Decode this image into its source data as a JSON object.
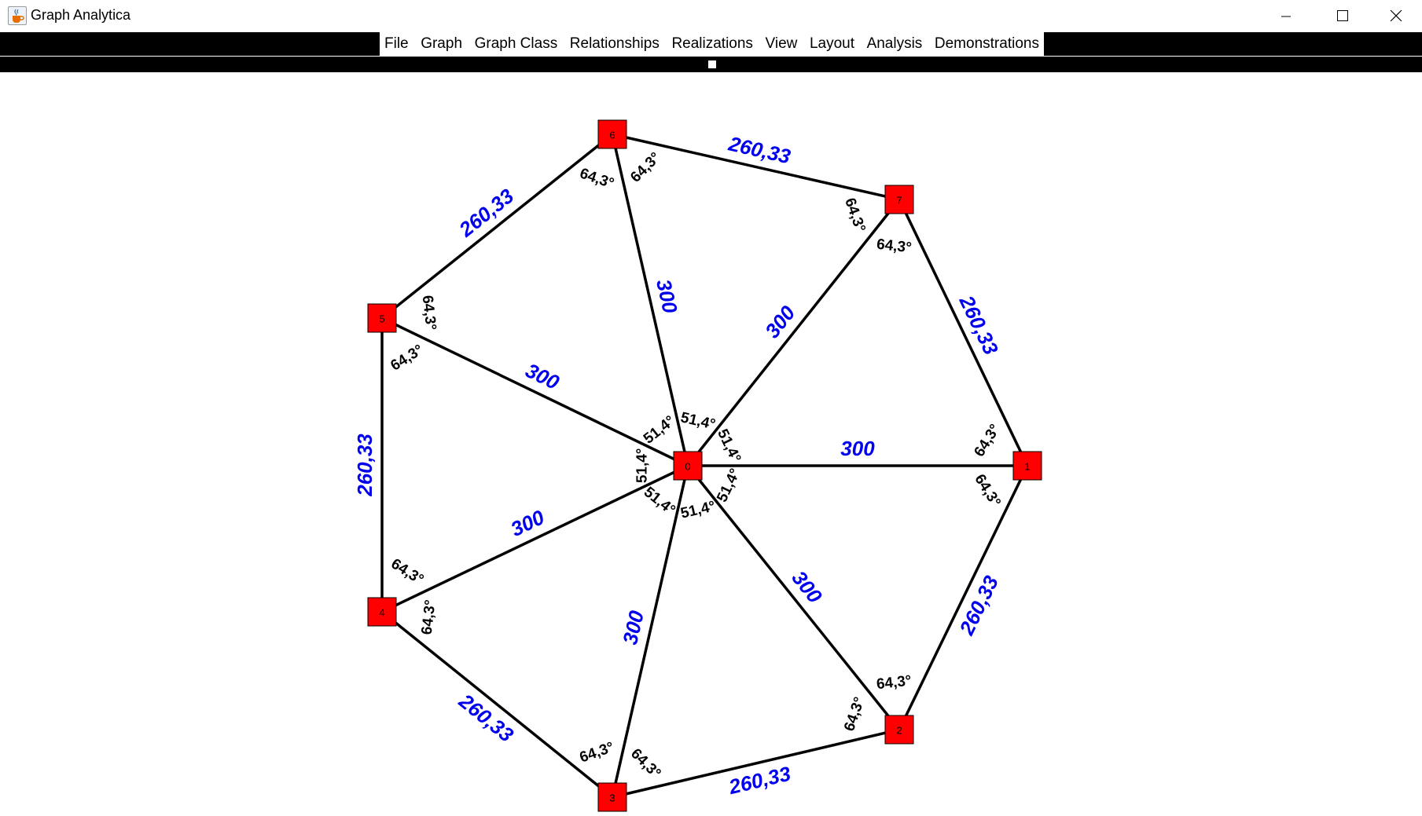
{
  "window": {
    "title": "Graph Analytica",
    "icon": "java-cup-icon",
    "controls": [
      "minimize-icon",
      "maximize-icon",
      "close-icon"
    ]
  },
  "menu": {
    "items": [
      "File",
      "Graph",
      "Graph Class",
      "Relationships",
      "Realizations",
      "View",
      "Layout",
      "Analysis",
      "Demonstrations"
    ]
  },
  "colors": {
    "node_fill": "#ff0000",
    "edge": "#000000",
    "weight_label": "#0000ee",
    "angle_label": "#000000",
    "bars": "#000000"
  },
  "graph": {
    "nodes": [
      "0",
      "1",
      "2",
      "3",
      "4",
      "5",
      "6",
      "7"
    ],
    "edges": [
      {
        "from": "0",
        "to": "1",
        "weight": "300"
      },
      {
        "from": "0",
        "to": "2",
        "weight": "300"
      },
      {
        "from": "0",
        "to": "3",
        "weight": "300"
      },
      {
        "from": "0",
        "to": "4",
        "weight": "300"
      },
      {
        "from": "0",
        "to": "5",
        "weight": "300"
      },
      {
        "from": "0",
        "to": "6",
        "weight": "300"
      },
      {
        "from": "0",
        "to": "7",
        "weight": "300"
      },
      {
        "from": "1",
        "to": "2",
        "weight": "260,33"
      },
      {
        "from": "2",
        "to": "3",
        "weight": "260,33"
      },
      {
        "from": "3",
        "to": "4",
        "weight": "260,33"
      },
      {
        "from": "4",
        "to": "5",
        "weight": "260,33"
      },
      {
        "from": "5",
        "to": "6",
        "weight": "260,33"
      },
      {
        "from": "6",
        "to": "7",
        "weight": "260,33"
      },
      {
        "from": "7",
        "to": "1",
        "weight": "260,33"
      }
    ],
    "angles": [
      {
        "node": "0",
        "text": "51,4°"
      },
      {
        "node": "0",
        "text": "51,4°"
      },
      {
        "node": "0",
        "text": "51,4°"
      },
      {
        "node": "0",
        "text": "51,4°"
      },
      {
        "node": "0",
        "text": "51,4°"
      },
      {
        "node": "0",
        "text": "51,4°"
      },
      {
        "node": "0",
        "text": "51,4°"
      },
      {
        "node": "1",
        "text": "64,3°"
      },
      {
        "node": "1",
        "text": "64,3°"
      },
      {
        "node": "2",
        "text": "64,3°"
      },
      {
        "node": "2",
        "text": "64,3°"
      },
      {
        "node": "3",
        "text": "64,3°"
      },
      {
        "node": "3",
        "text": "64,3°"
      },
      {
        "node": "4",
        "text": "64,3°"
      },
      {
        "node": "4",
        "text": "64,3°"
      },
      {
        "node": "5",
        "text": "64,3°"
      },
      {
        "node": "5",
        "text": "64,3°"
      },
      {
        "node": "6",
        "text": "64,3°"
      },
      {
        "node": "6",
        "text": "64,3°"
      },
      {
        "node": "7",
        "text": "64,3°"
      },
      {
        "node": "7",
        "text": "64,3°"
      }
    ]
  }
}
